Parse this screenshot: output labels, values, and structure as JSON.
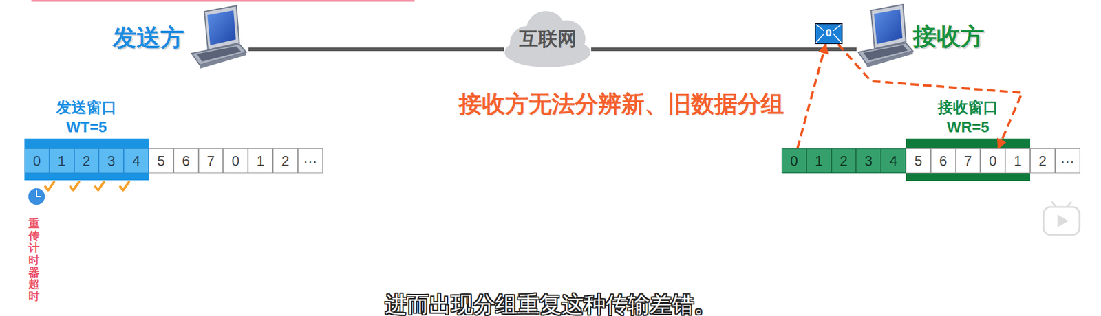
{
  "diagram": {
    "nodes": [
      {
        "text": [
          "发送方"
        ]
      },
      {
        "text": [
          "互联网"
        ]
      },
      {
        "text": [
          "0"
        ]
      },
      {
        "text": [
          "接收方"
        ]
      },
      {
        "text": [
          "发送窗口",
          "WT=5"
        ]
      },
      {
        "text": [
          "0"
        ],
        "in": 4
      },
      {
        "text": [
          "1"
        ],
        "in": 4
      },
      {
        "text": [
          "2"
        ],
        "in": 4
      },
      {
        "text": [
          "3"
        ],
        "in": 4
      },
      {
        "text": [
          "4"
        ],
        "in": 4
      },
      {
        "text": [
          "5"
        ]
      },
      {
        "text": [
          "6"
        ]
      },
      {
        "text": [
          "7"
        ]
      },
      {
        "text": [
          "0"
        ]
      },
      {
        "text": [
          "1"
        ]
      },
      {
        "text": [
          "2"
        ]
      },
      {
        "text": [
          "···"
        ]
      },
      {
        "text": [
          "0"
        ]
      },
      {
        "text": [
          "1"
        ]
      },
      {
        "text": [
          "2"
        ]
      },
      {
        "text": [
          "3"
        ]
      },
      {
        "text": [
          "4"
        ]
      },
      {
        "text": [
          "接收窗口",
          "WR=5"
        ]
      },
      {
        "text": [
          "5"
        ],
        "in": 22
      },
      {
        "text": [
          "6"
        ],
        "in": 22
      },
      {
        "text": [
          "7"
        ],
        "in": 22
      },
      {
        "text": [
          "0"
        ],
        "in": 22
      },
      {
        "text": [
          "1"
        ],
        "in": 22
      },
      {
        "text": [
          "2"
        ]
      },
      {
        "text": [
          "···"
        ]
      }
    ],
    "edges": [
      {
        "from": 0,
        "to": 1,
        "arrow": "none"
      },
      {
        "from": 1,
        "to": 3,
        "arrow": "none"
      },
      {
        "from": 17,
        "to": 2,
        "arrow": "to"
      },
      {
        "from": 2,
        "to": 26,
        "arrow": "to"
      }
    ],
    "labels": [
      "接收方无法分辨新、旧数据分组",
      "重传计时器超时",
      "进而出现分组重复这种传输差错。"
    ]
  }
}
